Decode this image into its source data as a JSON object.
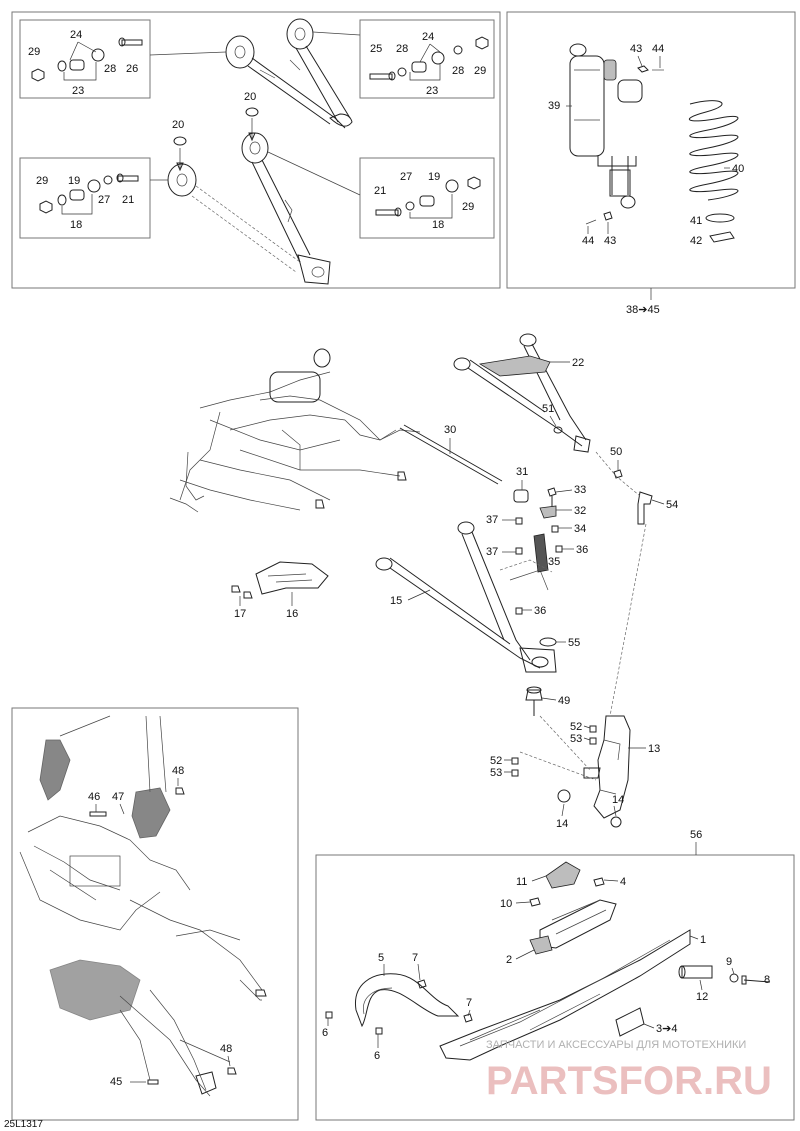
{
  "figure_code": "25L1317",
  "watermark": {
    "tagline": "ЗАПЧАСТИ И АКСЕССУАРЫ ДЛЯ МОТОТЕХНИКИ",
    "logo": "PARTSFOR.RU"
  },
  "ranges": {
    "shock_group": "38➔45",
    "ski_group_number": "56",
    "ski_sub": "3➔4"
  },
  "labels": {
    "n1": "1",
    "n2": "2",
    "n4": "4",
    "n5": "5",
    "n6a": "6",
    "n6b": "6",
    "n7a": "7",
    "n7b": "7",
    "n8": "8",
    "n9": "9",
    "n10": "10",
    "n11": "11",
    "n12": "12",
    "n13": "13",
    "n14a": "14",
    "n14b": "14",
    "n15": "15",
    "n16": "16",
    "n17": "17",
    "n18a": "18",
    "n18b": "18",
    "n19a": "19",
    "n19b": "19",
    "n20a": "20",
    "n20b": "20",
    "n21a": "21",
    "n21b": "21",
    "n22": "22",
    "n23a": "23",
    "n23b": "23",
    "n24a": "24",
    "n24b": "24",
    "n25": "25",
    "n26": "26",
    "n27a": "27",
    "n27b": "27",
    "n28a": "28",
    "n28b": "28",
    "n29a": "29",
    "n29b": "29",
    "n29c": "29",
    "n29d": "29",
    "n30": "30",
    "n31": "31",
    "n32": "32",
    "n33": "33",
    "n34": "34",
    "n35": "35",
    "n36a": "36",
    "n36b": "36",
    "n37a": "37",
    "n37b": "37",
    "n39": "39",
    "n40": "40",
    "n41": "41",
    "n42": "42",
    "n43a": "43",
    "n43b": "43",
    "n44a": "44",
    "n44b": "44",
    "n45": "45",
    "n46": "46",
    "n47": "47",
    "n48a": "48",
    "n48b": "48",
    "n49": "49",
    "n50": "50",
    "n51": "51",
    "n52a": "52",
    "n52b": "52",
    "n53a": "53",
    "n53b": "53",
    "n54": "54",
    "n55": "55"
  },
  "colors": {
    "line": "#222222",
    "box": "#777777",
    "watermark": "#e8b4b4"
  }
}
